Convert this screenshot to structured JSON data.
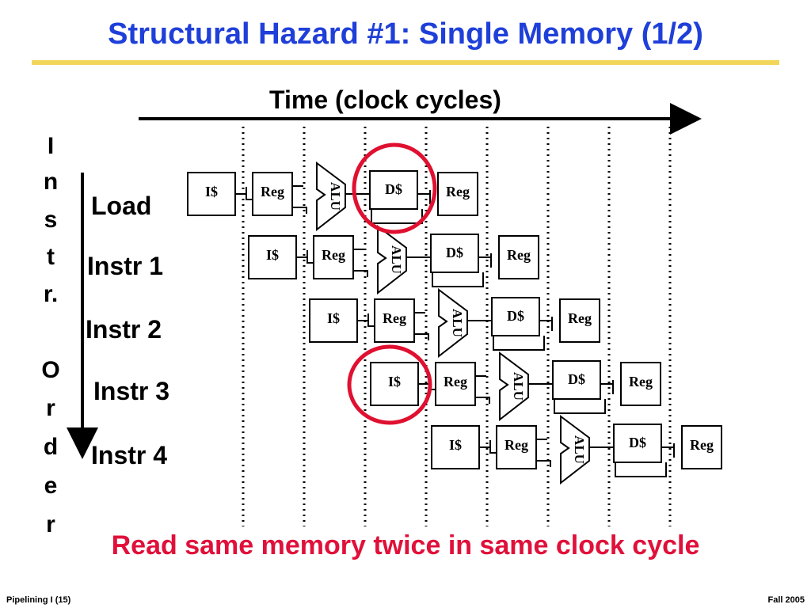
{
  "slide": {
    "title": "Structural Hazard #1: Single Memory (1/2)",
    "time_axis_label": "Time (clock cycles)",
    "vertical_label": [
      "I",
      "n",
      "s",
      "t",
      "r.",
      "O",
      "r",
      "d",
      "e",
      "r"
    ],
    "rows": [
      {
        "label": "Load"
      },
      {
        "label": "Instr 1"
      },
      {
        "label": "Instr 2"
      },
      {
        "label": "Instr 3"
      },
      {
        "label": "Instr 4"
      }
    ],
    "stages": {
      "imem": "I$",
      "reg": "Reg",
      "alu": "ALU",
      "dmem": "D$"
    },
    "conclusion": "Read same memory twice in same clock cycle",
    "footer_left": "Pipelining I (15)",
    "footer_right": "Fall 2005",
    "colors": {
      "title": "#1f3fd9",
      "rule": "#f2d65c",
      "highlight": "#e01030",
      "conclusion": "#e0103a"
    }
  }
}
